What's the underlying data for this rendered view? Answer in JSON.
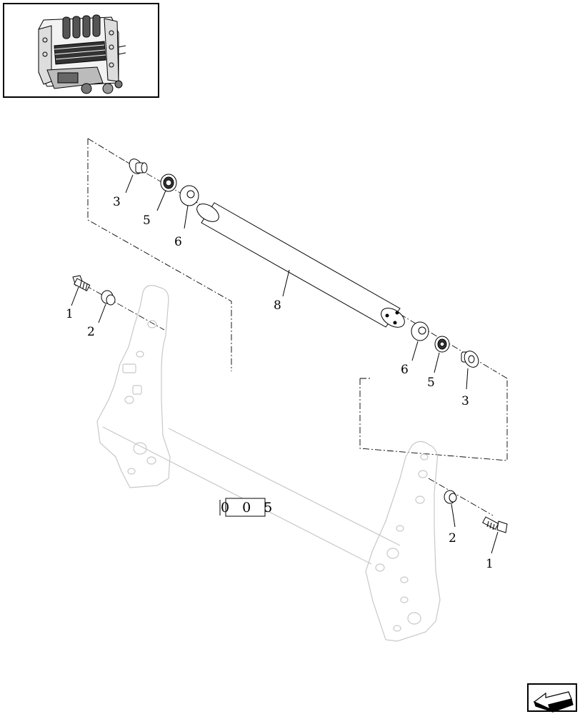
{
  "figure": {
    "code": "0 0 5"
  },
  "callouts": {
    "c1_left": "1",
    "c2_left": "2",
    "c3_top": "3",
    "c5_top": "5",
    "c6_top": "6",
    "c8": "8",
    "c6_right": "6",
    "c5_right": "5",
    "c3_right": "3",
    "c2_right": "2",
    "c1_right": "1"
  },
  "icons": {
    "thumbnail": "baler-machine-thumbnail",
    "navigation": "return-arrow-icon"
  }
}
